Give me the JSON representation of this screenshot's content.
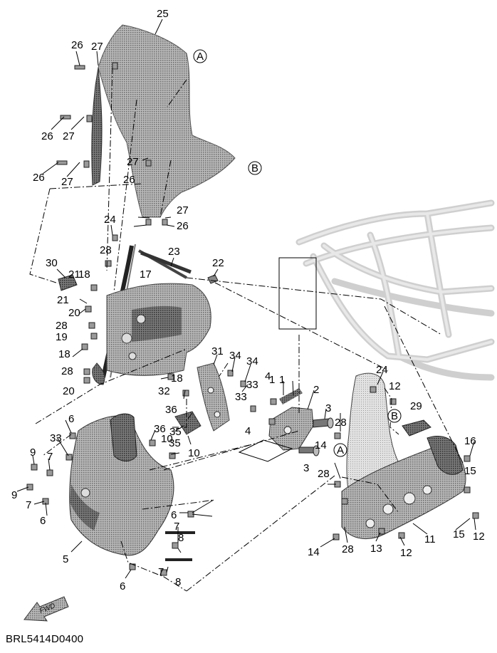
{
  "diagram": {
    "code": "BRL5414D0400",
    "fwd_label": "FWD",
    "callouts": [
      "25",
      "26",
      "27",
      "26",
      "27",
      "26",
      "27",
      "27",
      "26",
      "27",
      "26",
      "24",
      "28",
      "23",
      "22",
      "30",
      "21",
      "18",
      "17",
      "21",
      "20",
      "28",
      "19",
      "18",
      "28",
      "20",
      "31",
      "34",
      "18",
      "34",
      "32",
      "33",
      "1",
      "1",
      "4",
      "2",
      "33",
      "36",
      "3",
      "35",
      "10",
      "36",
      "35",
      "10",
      "24",
      "12",
      "28",
      "29",
      "14",
      "16",
      "6",
      "9",
      "7",
      "33",
      "9",
      "7",
      "6",
      "15",
      "28",
      "6",
      "7",
      "8",
      "5",
      "7",
      "6",
      "8",
      "14",
      "28",
      "13",
      "12",
      "11",
      "15",
      "12",
      "3",
      "4"
    ],
    "circled": [
      "A",
      "B",
      "A",
      "B"
    ],
    "colors": {
      "ink": "#000000",
      "part_fill": "#8d8d8d",
      "frame_fill": "#e9e9e9",
      "frame_stroke": "#c9c9c9"
    }
  }
}
